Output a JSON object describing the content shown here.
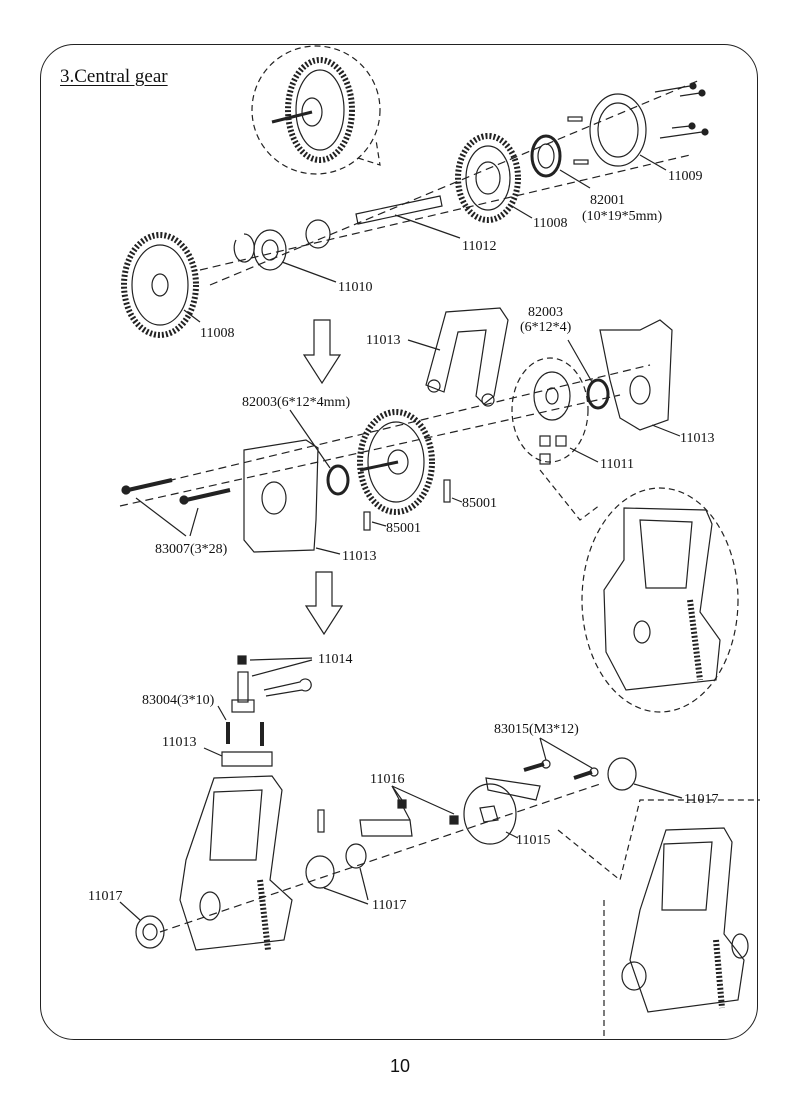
{
  "section": {
    "title": "3.Central gear"
  },
  "parts": {
    "p11009": "11009",
    "p82001": "82001",
    "p82001_size": "(10*19*5mm)",
    "p11008_top": "11008",
    "p11012": "11012",
    "p11010": "11010",
    "p11008_left": "11008",
    "p82003_right": "82003",
    "p82003_right_size": "(6*12*4)",
    "p11013_top": "11013",
    "p11013_right": "11013",
    "p11011": "11011",
    "p82003_left": "82003(6*12*4mm)",
    "p85001_right": "85001",
    "p85001_left": "85001",
    "p83007": "83007(3*28)",
    "p11013_mid": "11013",
    "p11014": "11014",
    "p83004": "83004(3*10)",
    "p11013_bottom": "11013",
    "p83015": "83015(M3*12)",
    "p11016": "11016",
    "p11017_right": "11017",
    "p11015": "11015",
    "p11017_left": "11017",
    "p11017_mid": "11017"
  },
  "page": {
    "number": "10"
  }
}
